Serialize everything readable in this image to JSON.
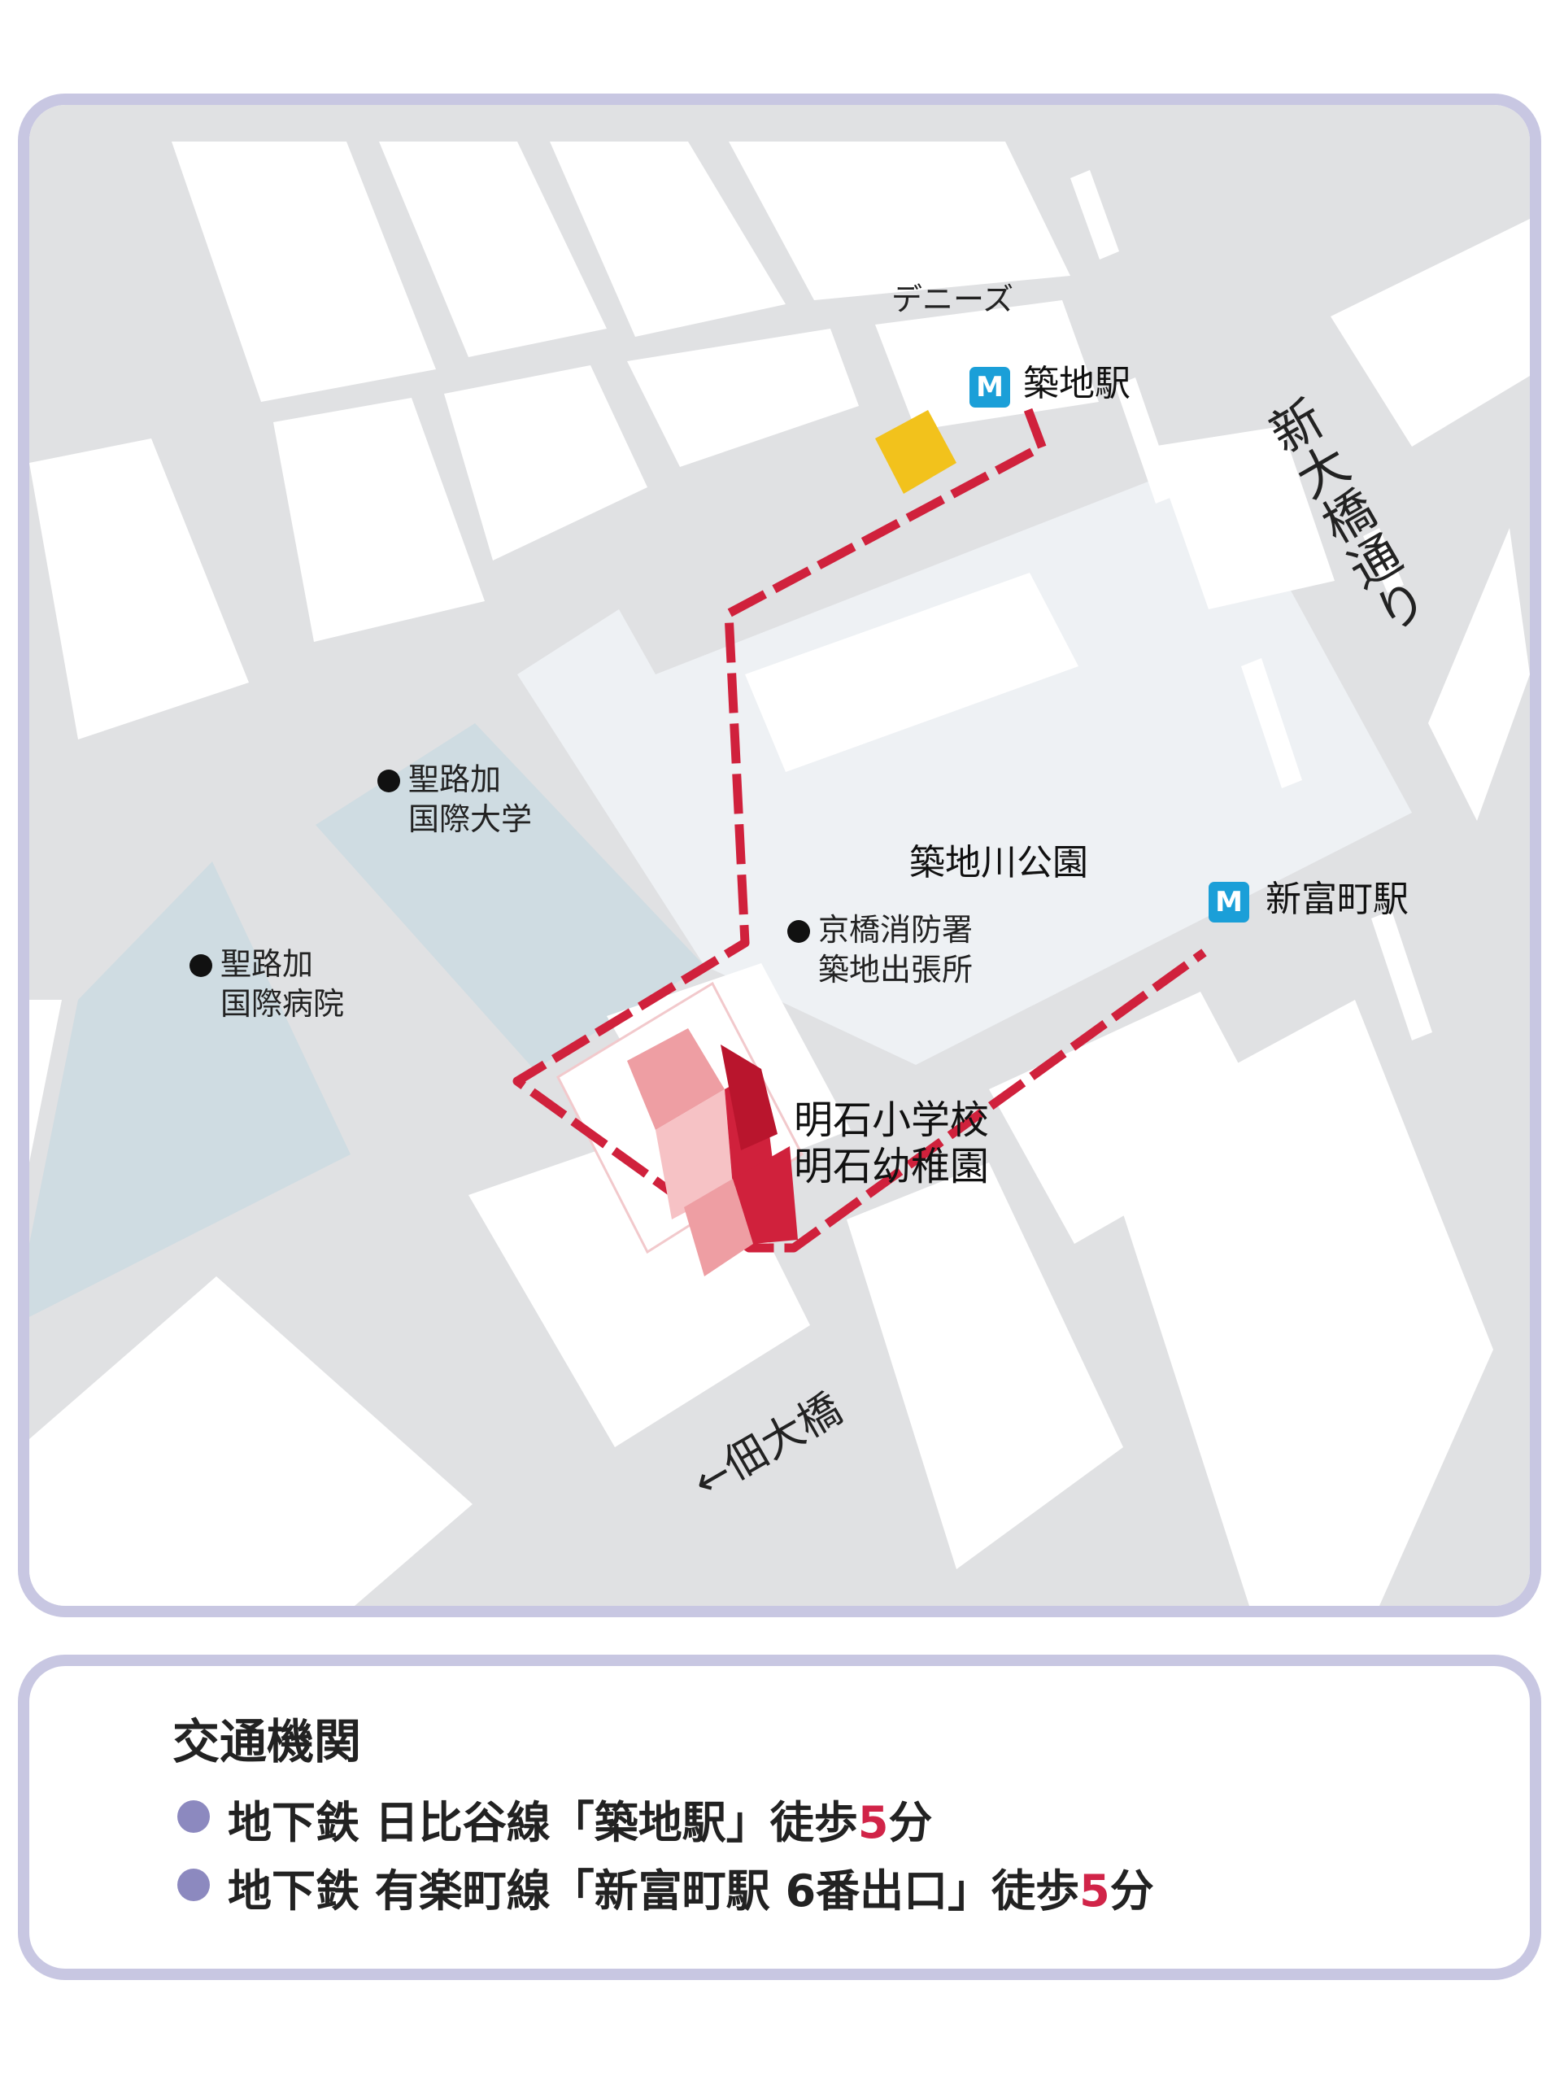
{
  "map": {
    "colors": {
      "road": "#e0e1e3",
      "block": "#ffffff",
      "park": "#eef1f4",
      "campus": "#cfdce2",
      "route": "#d0213c",
      "restaurant": "#f2c21c",
      "school_dark": "#d0213c",
      "school_light": "#ee9ea3",
      "metro": "#1b9fd8",
      "frame": "#c8c7e2"
    },
    "icons": {
      "metro": "tokyo-metro-icon",
      "facility": "facility-dot-icon",
      "school": "school-building-icon"
    },
    "labels": {
      "dennys": "デニーズ",
      "tsukiji_station": "築地駅",
      "shin_ohashi_dori": "新大橋通り",
      "seiroka_univ_1": "聖路加",
      "seiroka_univ_2": "国際大学",
      "seiroka_hosp_1": "聖路加",
      "seiroka_hosp_2": "国際病院",
      "tsukijigawa_park": "築地川公園",
      "shintomicho_station": "新富町駅",
      "fire_station_1": "京橋消防署",
      "fire_station_2": "築地出張所",
      "school_1": "明石小学校",
      "school_2": "明石幼稚園",
      "tsukuda_ohashi": "←佃大橋"
    }
  },
  "access": {
    "title": "交通機関",
    "lines": [
      {
        "prefix": "地下鉄 日比谷線「築地駅」徒歩",
        "minutes": "5",
        "unit": "分"
      },
      {
        "prefix": "地下鉄 有楽町線「新富町駅 6番出口」徒歩",
        "minutes": "5",
        "unit": "分"
      }
    ]
  }
}
